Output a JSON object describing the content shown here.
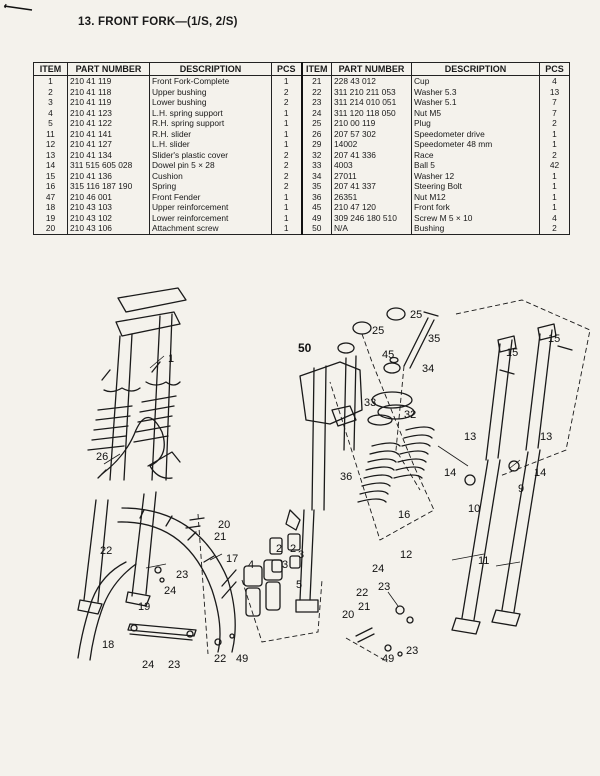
{
  "page": {
    "title": "13.  FRONT FORK—(1/S, 2/S)"
  },
  "table": {
    "headers": [
      "ITEM",
      "PART NUMBER",
      "DESCRIPTION",
      "PCS",
      "ITEM",
      "PART NUMBER",
      "DESCRIPTION",
      "PCS"
    ],
    "rows": [
      [
        [
          "1",
          "210 41 119",
          "Front Fork-Complete",
          "1"
        ],
        [
          "21",
          "228 43 012",
          "Cup",
          "4"
        ]
      ],
      [
        [
          "2",
          "210 41 118",
          "Upper bushing",
          "2"
        ],
        [
          "22",
          "311 210 211 053",
          "Washer 5.3",
          "13"
        ]
      ],
      [
        [
          "3",
          "210 41 119",
          "Lower bushing",
          "2"
        ],
        [
          "23",
          "311 214 010 051",
          "Washer 5.1",
          "7"
        ]
      ],
      [
        [
          "4",
          "210 41 123",
          "L.H. spring support",
          "1"
        ],
        [
          "24",
          "311 120 118 050",
          "Nut M5",
          "7"
        ]
      ],
      [
        [
          "5",
          "210 41 122",
          "R.H. spring support",
          "1"
        ],
        [
          "25",
          "210 00 119",
          "Plug",
          "2"
        ]
      ],
      [
        [
          "11",
          "210 41 141",
          "R.H. slider",
          "1"
        ],
        [
          "26",
          "207 57 302",
          "Speedometer drive",
          "1"
        ]
      ],
      [
        [
          "12",
          "210 41 127",
          "L.H. slider",
          "1"
        ],
        [
          "29",
          "14002",
          "Speedometer 48 mm",
          "1"
        ]
      ],
      [
        [
          "13",
          "210 41 134",
          "Slider's plastic cover",
          "2"
        ],
        [
          "32",
          "207 41 336",
          "Race",
          "2"
        ]
      ],
      [
        [
          "14",
          "311 515 605 028",
          "Dowel pin 5 × 28",
          "2"
        ],
        [
          "33",
          "4003",
          "Ball 5",
          "42"
        ]
      ],
      [
        [
          "15",
          "210 41 136",
          "Cushion",
          "2"
        ],
        [
          "34",
          "27011",
          "Washer 12",
          "1"
        ]
      ],
      [
        [
          "16",
          "315 116 187 190",
          "Spring",
          "2"
        ],
        [
          "35",
          "207 41 337",
          "Steering Bolt",
          "1"
        ]
      ],
      [
        [
          "47",
          "210 46 001",
          "Front Fender",
          "1"
        ],
        [
          "36",
          "26351",
          "Nut M12",
          "1"
        ]
      ],
      [
        [
          "18",
          "210 43 103",
          "Upper reinforcement",
          "1"
        ],
        [
          "45",
          "210 47 120",
          "Front fork",
          "1"
        ]
      ],
      [
        [
          "19",
          "210 43 102",
          "Lower reinforcement",
          "1"
        ],
        [
          "49",
          "309 246 180 510",
          "Screw M 5 × 10",
          "4"
        ]
      ],
      [
        [
          "20",
          "210 43 106",
          "Attachment screw",
          "1"
        ],
        [
          "50",
          "N/A",
          "Bushing",
          "2"
        ]
      ]
    ]
  },
  "callouts": [
    "1",
    "26",
    "20",
    "21",
    "22",
    "23",
    "24",
    "17",
    "18",
    "19",
    "24",
    "23",
    "22",
    "49",
    "50",
    "25",
    "25",
    "35",
    "45",
    "34",
    "33",
    "32",
    "36",
    "16",
    "2",
    "2",
    "3",
    "3",
    "4",
    "5",
    "15",
    "15",
    "13",
    "13",
    "14",
    "14",
    "10",
    "9",
    "12",
    "11",
    "24",
    "22",
    "23",
    "20",
    "21",
    "49",
    "23"
  ]
}
